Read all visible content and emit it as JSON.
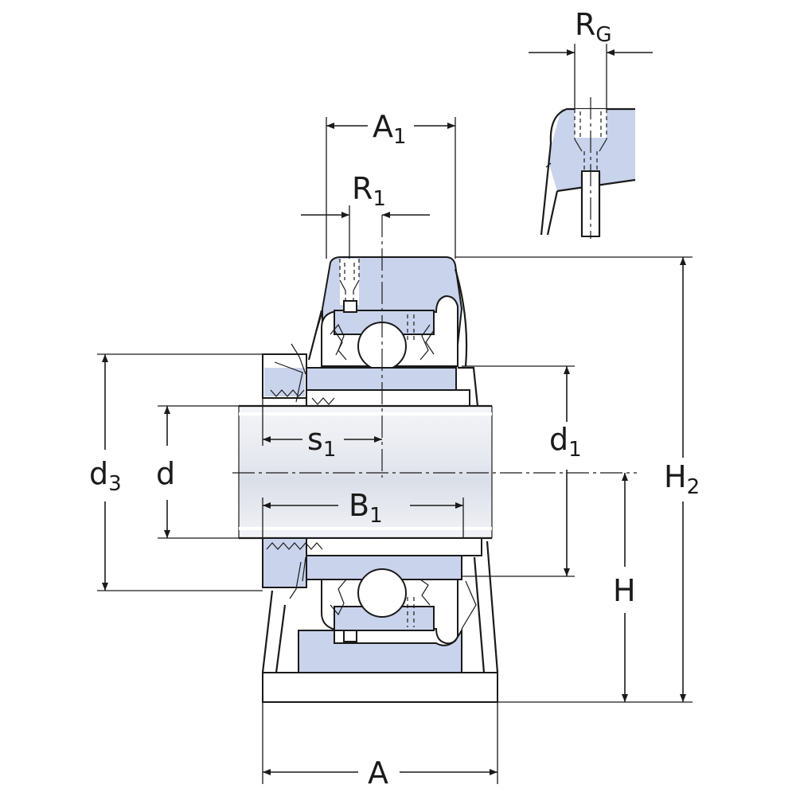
{
  "labels": {
    "rg": {
      "main": "R",
      "sub": "G"
    },
    "a1": {
      "main": "A",
      "sub": "1"
    },
    "r1": {
      "main": "R",
      "sub": "1"
    },
    "s1": {
      "main": "s",
      "sub": "1"
    },
    "d": {
      "main": "d"
    },
    "d1": {
      "main": "d",
      "sub": "1"
    },
    "d3": {
      "main": "d",
      "sub": "3"
    },
    "b1": {
      "main": "B",
      "sub": "1"
    },
    "h": {
      "main": "H"
    },
    "h2": {
      "main": "H",
      "sub": "2"
    },
    "a": {
      "main": "A"
    }
  },
  "colors": {
    "housing_fill": "#c9d3ec",
    "line": "#1a1a1a",
    "shaft_fill": "#e6e9ef"
  }
}
